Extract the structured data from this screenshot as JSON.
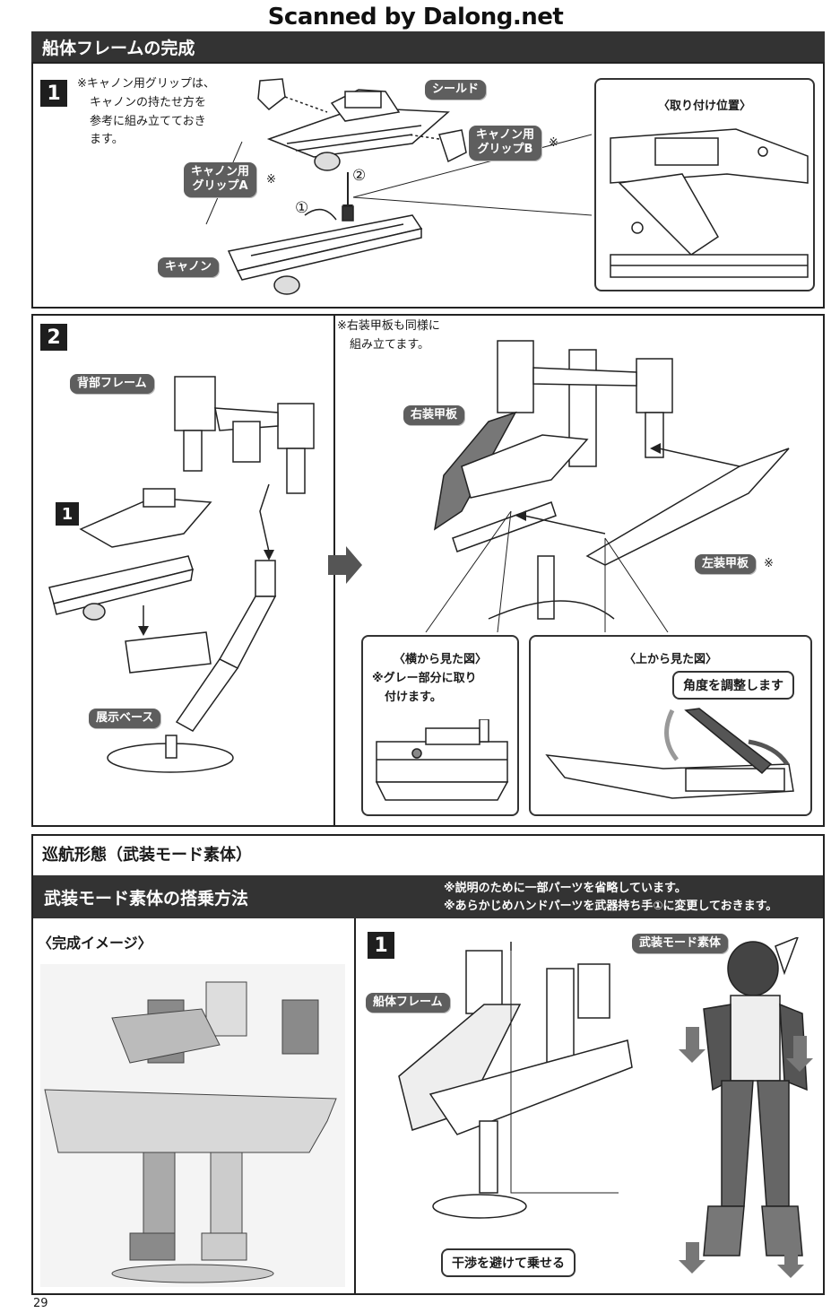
{
  "watermark": "Scanned by Dalong.net",
  "section1": {
    "title": "船体フレームの完成",
    "step_number": "1",
    "note_lines": [
      "※キャノン用グリップは、",
      "キャノンの持たせ方を",
      "参考に組み立てておき",
      "ます。"
    ],
    "labels": {
      "shield": "シールド",
      "grip_b": [
        "キャノン用",
        "グリップB"
      ],
      "grip_a": [
        "キャノン用",
        "グリップA"
      ],
      "cannon": "キャノン"
    },
    "asterisk": "※",
    "order_marks": [
      "①",
      "②"
    ],
    "inset_title": "〈取り付け位置〉"
  },
  "section2": {
    "step_number": "2",
    "sub_step_number": "1",
    "note_lines": [
      "※右装甲板も同様に",
      "組み立てます。"
    ],
    "labels": {
      "back_frame": "背部フレーム",
      "display_base": "展示ベース",
      "right_armor": "右装甲板",
      "left_armor": "左装甲板"
    },
    "asterisk": "※",
    "side_view": {
      "title": "〈横から見た図〉",
      "note_lines": [
        "※グレー部分に取り",
        "付けます。"
      ]
    },
    "top_view": {
      "title": "〈上から見た図〉",
      "callout": "角度を調整します"
    }
  },
  "section3": {
    "title": "巡航形態（武装モード素体）",
    "subtitle": "武装モード素体の搭乗方法",
    "notes": [
      "※説明のために一部パーツを省略しています。",
      "※あらかじめハンドパーツを武器持ち手①に変更しておきます。"
    ],
    "complete_image_title": "〈完成イメージ〉",
    "step_number": "1",
    "labels": {
      "hull_frame": "船体フレーム",
      "body": "武装モード素体"
    },
    "callout": "干渉を避けて乗せる"
  },
  "page_number": "29"
}
